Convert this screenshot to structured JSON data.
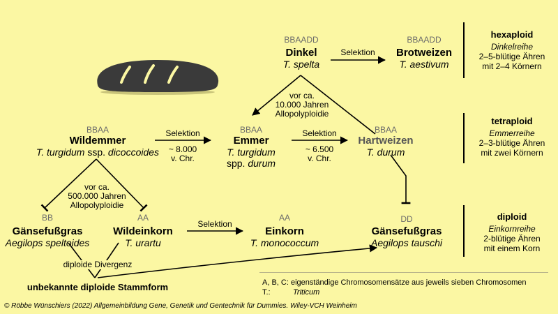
{
  "nodes": {
    "dinkel": {
      "genome": "BBAADD",
      "name": "Dinkel",
      "species": "T. spelta"
    },
    "brotweizen": {
      "genome": "BBAADD",
      "name": "Brotweizen",
      "species": "T. aestivum"
    },
    "wildemmer": {
      "genome": "BBAA",
      "name": "Wildemmer",
      "species_italic": "T. turgidum",
      "species_plain": " ssp. ",
      "species_italic2": "dicoccoides"
    },
    "emmer": {
      "genome": "BBAA",
      "name": "Emmer",
      "species": "T. turgidum",
      "species2_italic": "spp. ",
      "species2_plain": "",
      "species2_rest": "durum"
    },
    "hartweizen": {
      "genome": "BBAA",
      "name": "Hartweizen",
      "species": "T. durum"
    },
    "gaensefussgras_bb": {
      "genome": "BB",
      "name": "Gänsefußgras",
      "species": "Aegilops speltoides"
    },
    "wildeinkorn": {
      "genome": "AA",
      "name": "Wildeinkorn",
      "species": "T. urartu"
    },
    "einkorn": {
      "genome": "AA",
      "name": "Einkorn",
      "species": "T. monococcum"
    },
    "gaensefussgras_dd": {
      "genome": "DD",
      "name": "Gänsefußgras",
      "species": "Aegilops tauschi"
    },
    "stammform": {
      "name": "unbekannte diploide Stammform"
    }
  },
  "edge_labels": {
    "sel_dinkel": "Selektion",
    "sel_wildemmer": "Selektion",
    "sel_wildemmer_time": [
      "~ 8.000",
      "v. Chr."
    ],
    "sel_emmer": "Selektion",
    "sel_emmer_time": [
      "~ 6.500",
      "v. Chr."
    ],
    "sel_einkorn": "Selektion",
    "polyploid_10000": [
      "vor ca.",
      "10.000 Jahren",
      "Allopolyploidie"
    ],
    "polyploid_500000": [
      "vor ca.",
      "500.000 Jahren",
      "Allopolyploidie"
    ],
    "divergenz": "diploide Divergenz"
  },
  "side": {
    "hexaploid": {
      "title": "hexaploid",
      "reihe": "Dinkelreihe",
      "lines": [
        "2–5-blütige Ähren",
        "mit 2–4 Körnern"
      ]
    },
    "tetraploid": {
      "title": "tetraploid",
      "reihe": "Emmerreihe",
      "lines": [
        "2–3-blütige Ähren",
        "mit zwei Körnern"
      ]
    },
    "diploid": {
      "title": "diploid",
      "reihe": "Einkornreihe",
      "lines": [
        "2-blütige Ähren",
        "mit einem Korn"
      ]
    }
  },
  "legend": {
    "row1": "A, B, C: eigenständige Chromosomensätze aus jeweils sieben Chromosomen",
    "row2_key": "T.:",
    "row2_val": "Triticum"
  },
  "copyright": "© Röbbe Wünschiers (2022) Allgemeinbildung Gene, Genetik und Gentechnik für Dummies. Wiley-VCH Weinheim",
  "colors": {
    "background": "#FBF7A3",
    "bread": "#3a3a3a",
    "genome": "#6b6b6b"
  },
  "icons": {
    "bread": "bread-icon"
  }
}
